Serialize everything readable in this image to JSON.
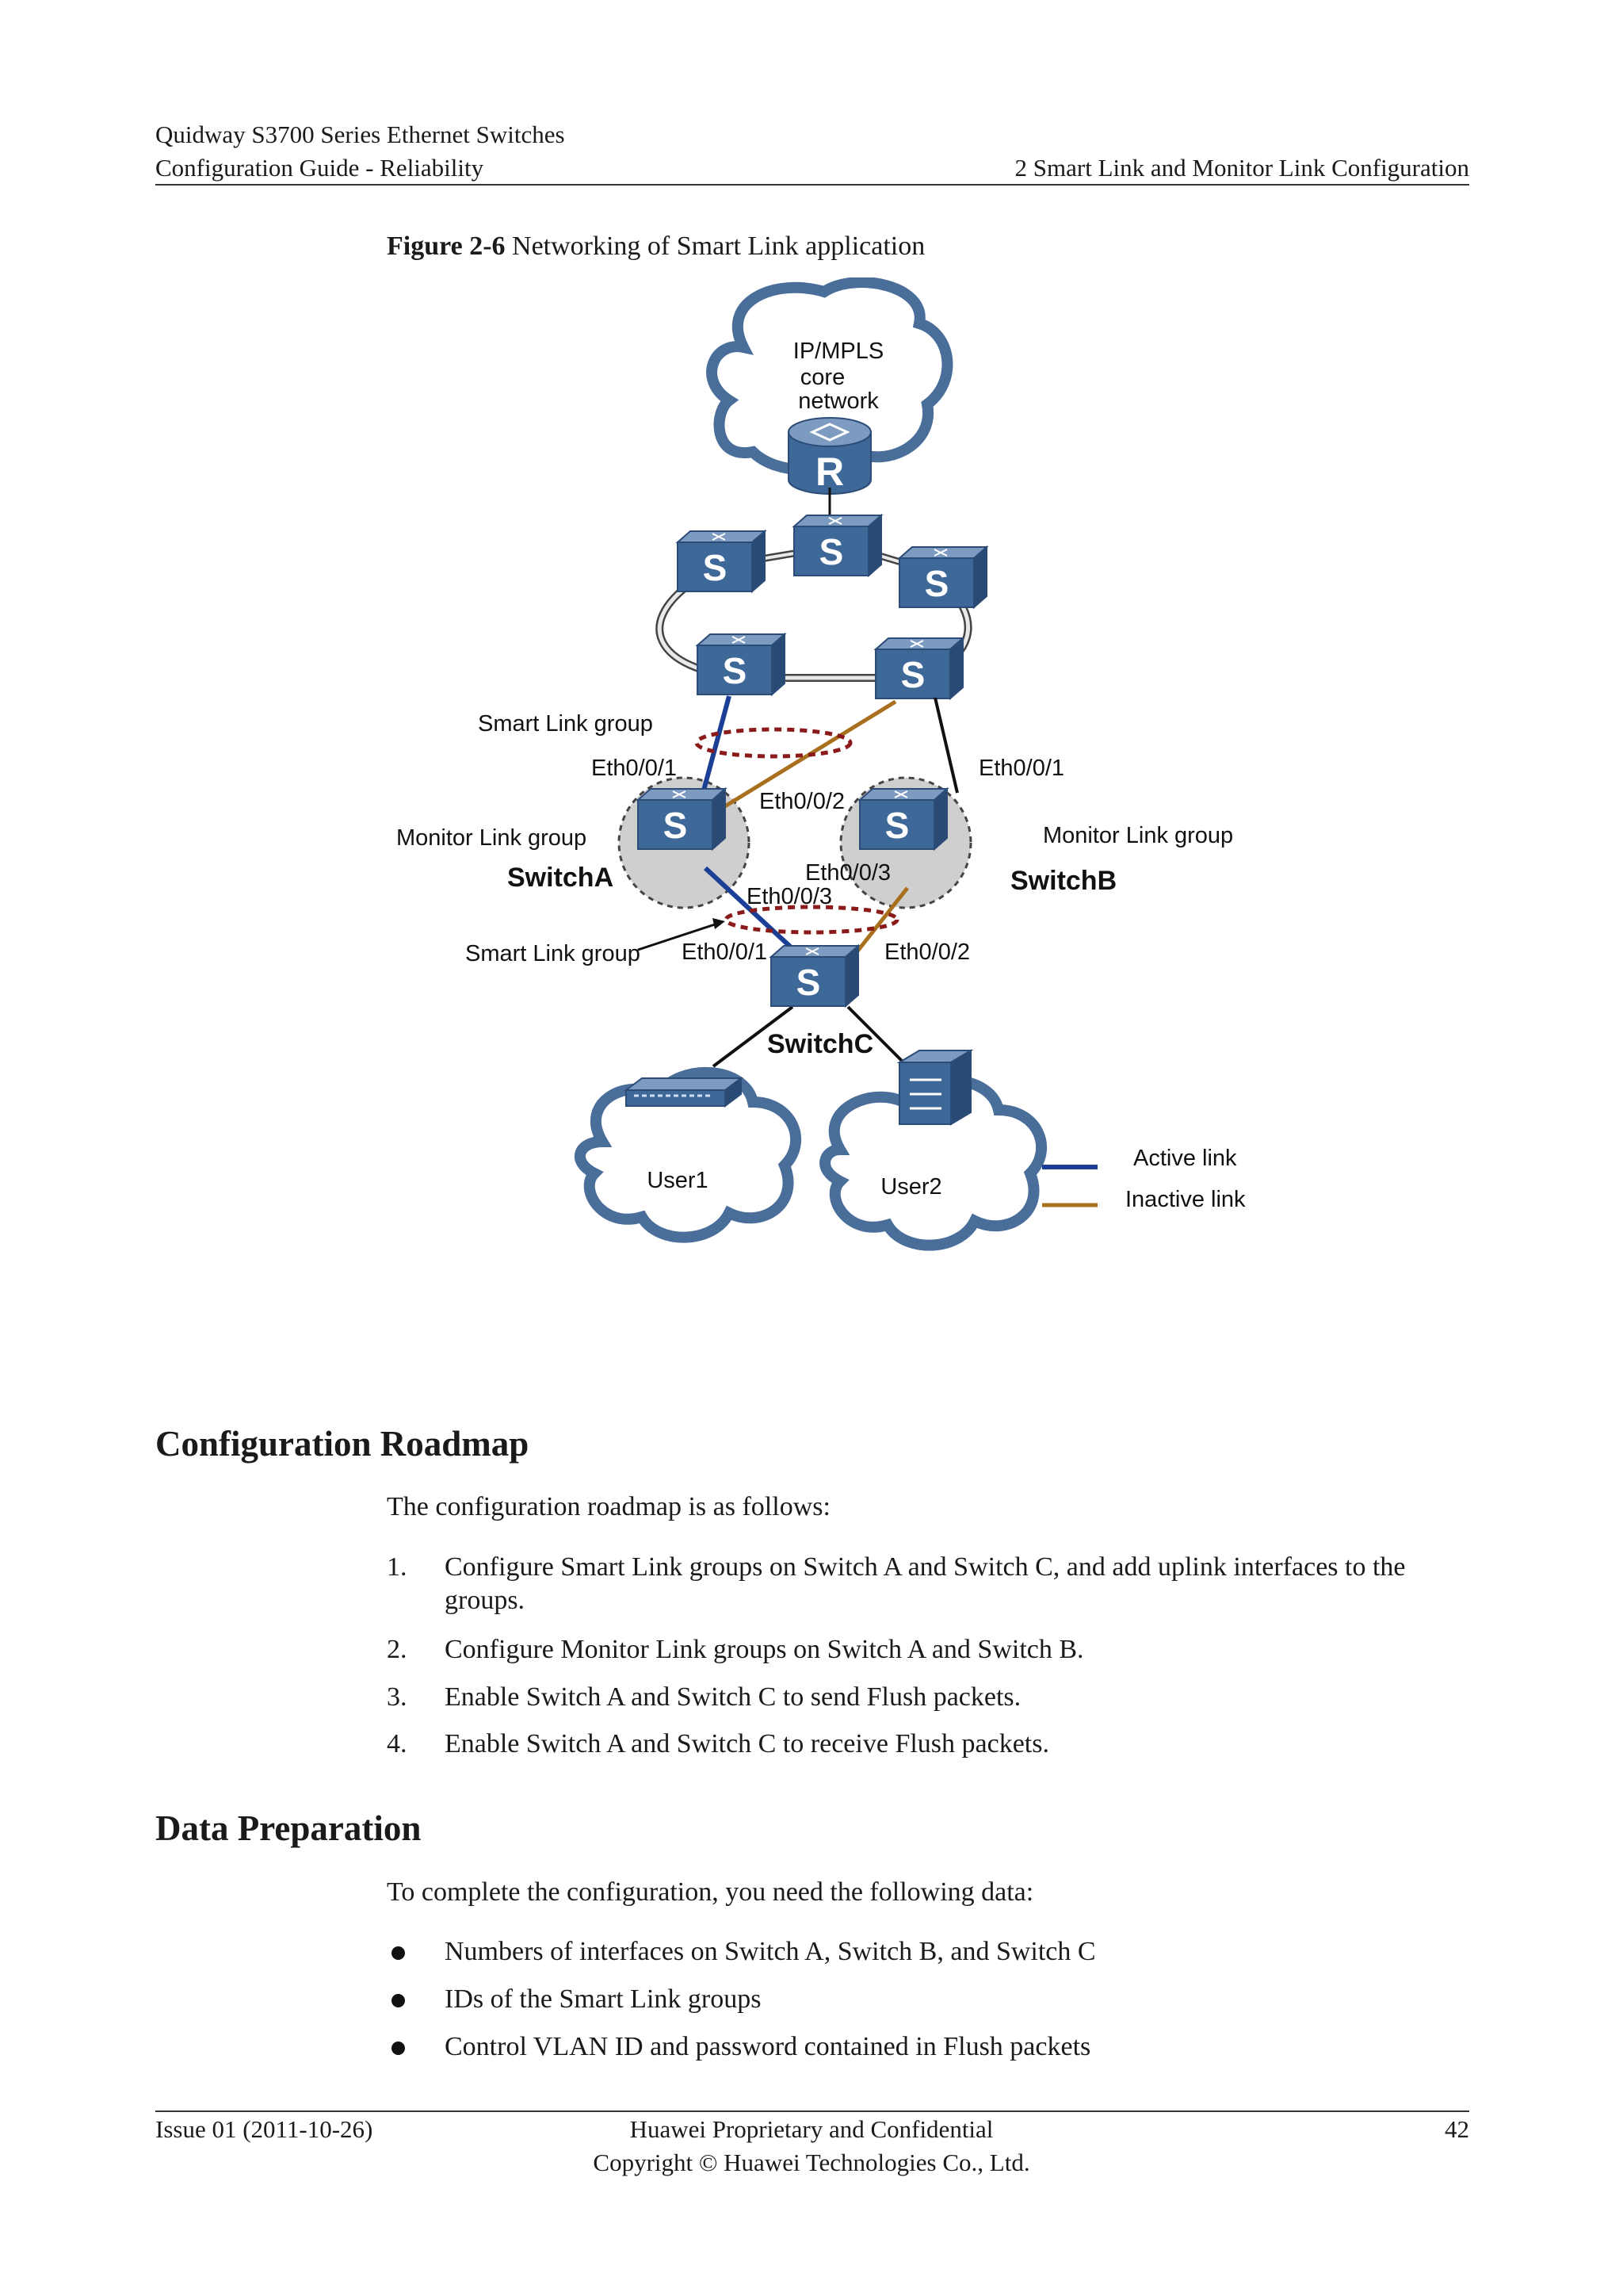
{
  "header": {
    "product": "Quidway S3700 Series Ethernet Switches",
    "guide": "Configuration Guide - Reliability",
    "chapter": "2 Smart Link and Monitor Link Configuration"
  },
  "figure": {
    "number": "Figure 2-6",
    "title": "Networking of Smart Link application",
    "cloud_label_lines": [
      "IP/MPLS",
      "core",
      "network"
    ],
    "router_letter": "R",
    "switch_letter": "S",
    "labels": {
      "smart_link_group_top": "Smart  Link group",
      "smart_link_group_bottom": "Smart  Link group",
      "monitor_link_group_left": "Monitor  Link group",
      "monitor_link_group_right": "Monitor  Link group",
      "switch_a": "SwitchA",
      "switch_b": "SwitchB",
      "switch_c": "SwitchC",
      "a_eth1": "Eth0/0/1",
      "a_eth2": "Eth0/0/2",
      "a_eth3": "Eth0/0/3",
      "b_eth1": "Eth0/0/1",
      "b_eth3": "Eth0/0/3",
      "c_eth1": "Eth0/0/1",
      "c_eth2": "Eth0/0/2",
      "user1": "User1",
      "user2": "User2"
    },
    "legend": {
      "active": "Active link",
      "inactive": "Inactive link"
    },
    "colors": {
      "active_link": "#1b3f94",
      "inactive_link": "#a8701e",
      "device": "#3d6593",
      "cloud_border": "#4a6e9a",
      "group_ellipse": "#8b1a1a"
    }
  },
  "roadmap": {
    "heading": "Configuration Roadmap",
    "intro": "The configuration roadmap is as follows:",
    "steps": [
      {
        "num": "1.",
        "line1": "Configure Smart Link groups on Switch A and Switch C, and add uplink interfaces to the",
        "line2": "groups."
      },
      {
        "num": "2.",
        "line1": "Configure Monitor Link groups on Switch A and Switch B."
      },
      {
        "num": "3.",
        "line1": "Enable Switch A and Switch C to send Flush packets."
      },
      {
        "num": "4.",
        "line1": "Enable Switch A and Switch C to receive Flush packets."
      }
    ]
  },
  "data_prep": {
    "heading": "Data Preparation",
    "intro": "To complete the configuration, you need the following data:",
    "bullets": [
      "Numbers of interfaces on Switch A, Switch B, and Switch C",
      "IDs of the Smart Link groups",
      "Control VLAN ID and password contained in Flush packets"
    ]
  },
  "footer": {
    "issue": "Issue 01 (2011-10-26)",
    "confidential": "Huawei Proprietary and Confidential",
    "copyright": "Copyright © Huawei Technologies Co., Ltd.",
    "page": "42"
  }
}
